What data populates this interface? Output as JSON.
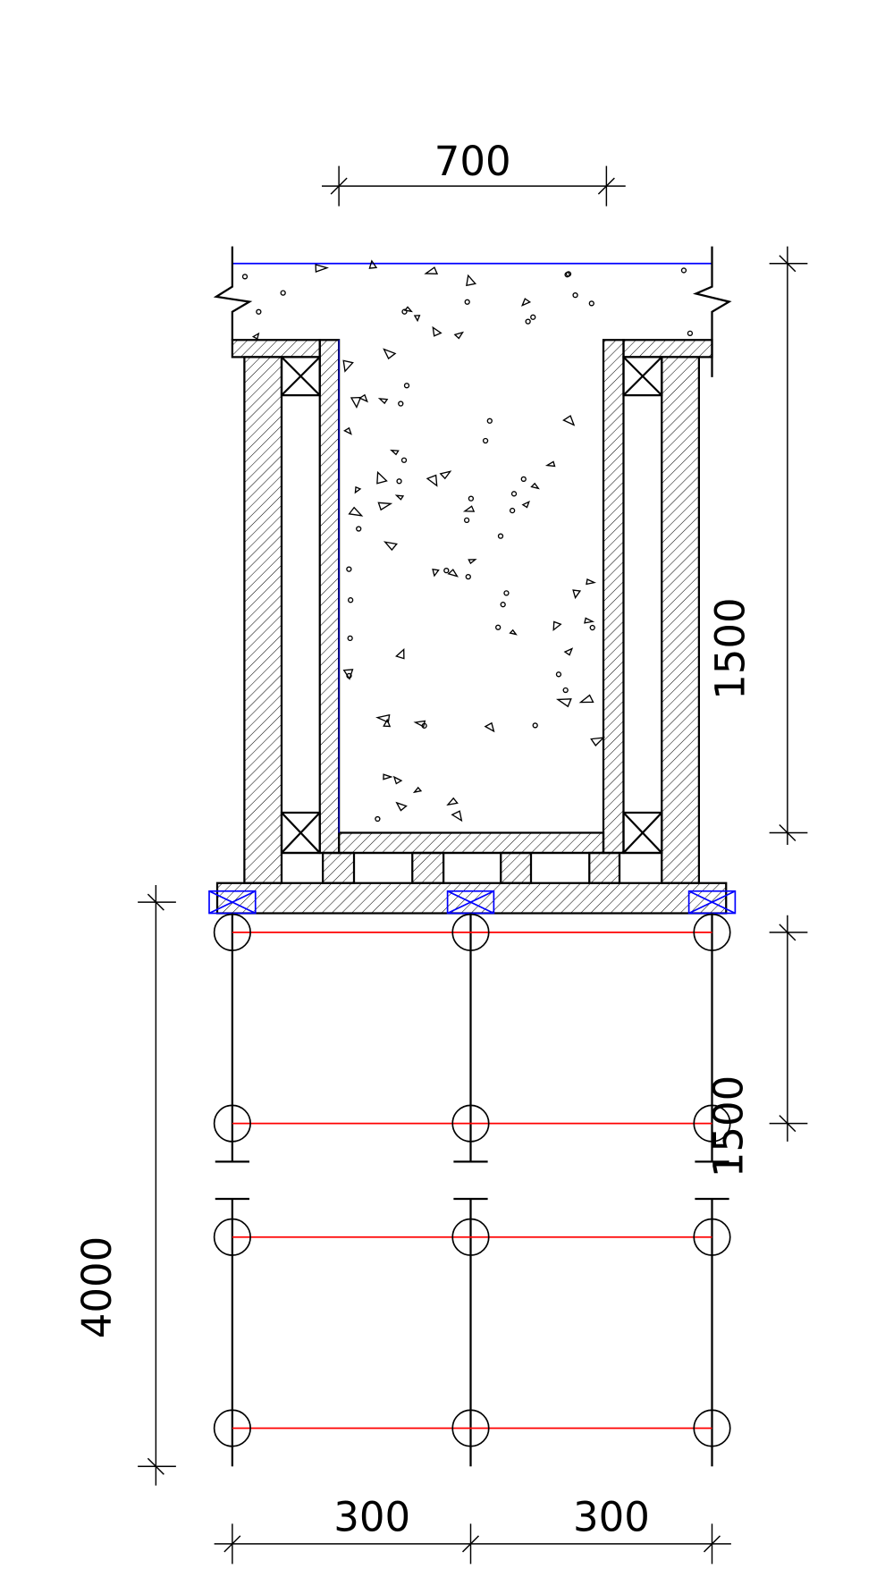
{
  "dimensions": {
    "top_width": "700",
    "right_height_upper": "1500",
    "right_height_lower": "1500",
    "left_height": "4000",
    "bottom_span_left": "300",
    "bottom_span_right": "300"
  },
  "colors": {
    "line": "#000000",
    "slab_top": "#0000ff",
    "beam_blocks": "#0000ff",
    "tie_lines": "#ff0000"
  }
}
